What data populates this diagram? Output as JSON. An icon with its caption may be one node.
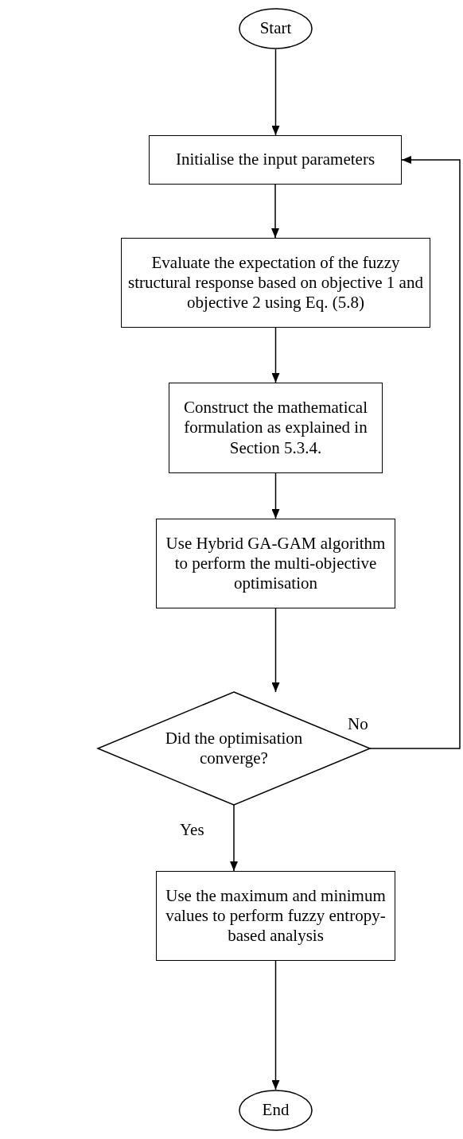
{
  "diagram": {
    "nodes": [
      {
        "text": [
          "Start"
        ]
      },
      {
        "text": [
          "Initialise the input parameters"
        ]
      },
      {
        "text": [
          "Evaluate the expectation of the fuzzy structural response based on objective 1 and objective 2 using Eq. (5.8)"
        ]
      },
      {
        "text": [
          "Construct the mathematical formulation as explained in Section 5.3.4."
        ]
      },
      {
        "text": [
          "Use Hybrid GA-GAM algorithm to perform the multi-objective optimisation"
        ]
      },
      {
        "text": [
          "Did the optimisation converge?"
        ]
      },
      {
        "text": [
          "Use the maximum and minimum values to perform fuzzy entropy-based analysis"
        ]
      },
      {
        "text": [
          "End"
        ]
      }
    ],
    "edges": [
      {
        "from": 0,
        "to": 1,
        "arrow": "to"
      },
      {
        "from": 1,
        "to": 2,
        "arrow": "to"
      },
      {
        "from": 2,
        "to": 3,
        "arrow": "to"
      },
      {
        "from": 3,
        "to": 4,
        "arrow": "to"
      },
      {
        "from": 4,
        "to": 5,
        "arrow": "to"
      },
      {
        "from": 5,
        "to": 6,
        "arrow": "to",
        "label": "Yes"
      },
      {
        "from": 6,
        "to": 7,
        "arrow": "to"
      },
      {
        "from": 5,
        "to": 1,
        "arrow": "to",
        "label": "No"
      }
    ]
  }
}
